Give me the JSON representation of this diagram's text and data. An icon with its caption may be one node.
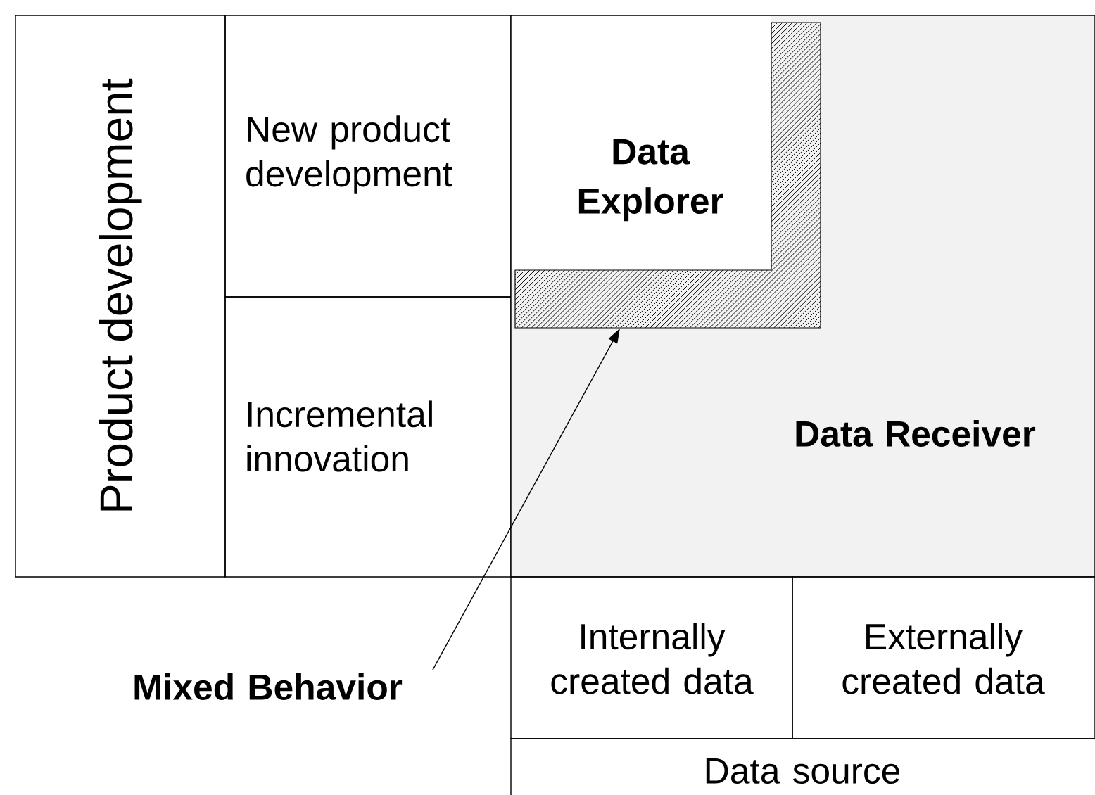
{
  "diagram": {
    "nodes": [
      {
        "text": [
          "Product development"
        ]
      },
      {
        "text": [
          "New product development"
        ]
      },
      {
        "text": [
          "Incremental innovation"
        ]
      },
      {
        "text": [
          "Data Explorer"
        ],
        "in": 5
      },
      {
        "text": [],
        "shape": "box",
        "in": 5
      },
      {
        "text": [
          "Data Receiver"
        ]
      },
      {
        "text": [
          "Internally created data"
        ]
      },
      {
        "text": [
          "Externally created data"
        ]
      },
      {
        "text": [
          "Data source"
        ]
      },
      {
        "text": [
          "Mixed Behavior"
        ]
      }
    ],
    "edges": [
      {
        "from": 9,
        "to": 4,
        "arrow": "to"
      }
    ]
  }
}
